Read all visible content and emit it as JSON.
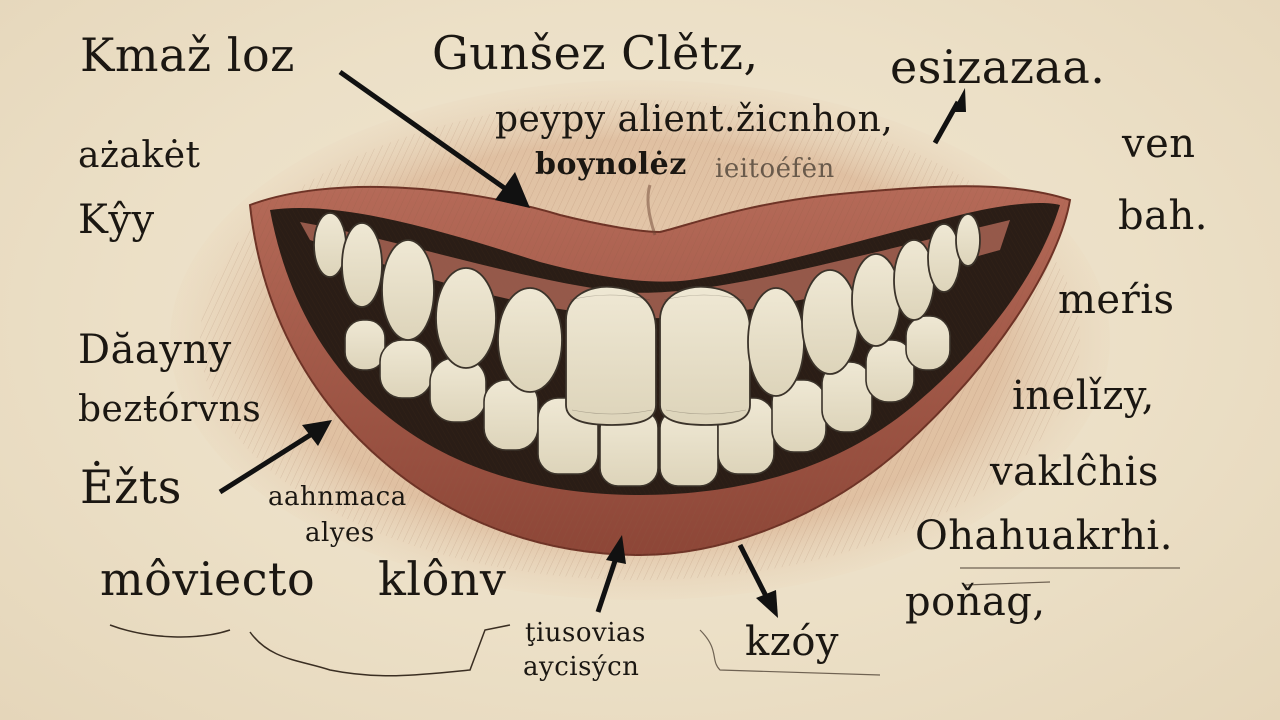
{
  "illustration": {
    "subject": "anatomical engraving of a smiling mouth with teeth",
    "colors": {
      "paper": "#efe3cc",
      "ink": "#1b1712",
      "lip": "#a4594a",
      "lip_dark": "#7a3a2e",
      "skin": "#e2c7a8",
      "tooth": "#ece4cd",
      "mouth_interior": "#2a1d16"
    }
  },
  "labels": {
    "top_left": "Kmaž loz",
    "top_center": "Gunšez Clětz,",
    "top_center_sub": "peypy alient.žicnhon,",
    "upper_lip_label": "boynolėz",
    "upper_lip_label_faded": "ieitoéfėn",
    "top_right": "esizazaa.",
    "right_1": "ven",
    "left_1": "ażakėt",
    "left_2": "Kŷy",
    "right_2": "bah.",
    "right_3": "meŕis",
    "left_3": "Dăayny",
    "left_4": "bezŧórvns",
    "right_4": "inelǐzy,",
    "right_5": "vaklĉhis",
    "left_5": "Ėžts",
    "lower_left_small_1": "aahnmaca",
    "lower_left_small_2": "alyes",
    "bottom_left": "môviecto",
    "bottom_left_2": "klônv",
    "right_6": "Ohahuakrhi.",
    "right_7": "poňag,",
    "bottom_center_1": "ţiusovias",
    "bottom_center_2": "aycisýcn",
    "bottom_center_right": "kzóy"
  }
}
